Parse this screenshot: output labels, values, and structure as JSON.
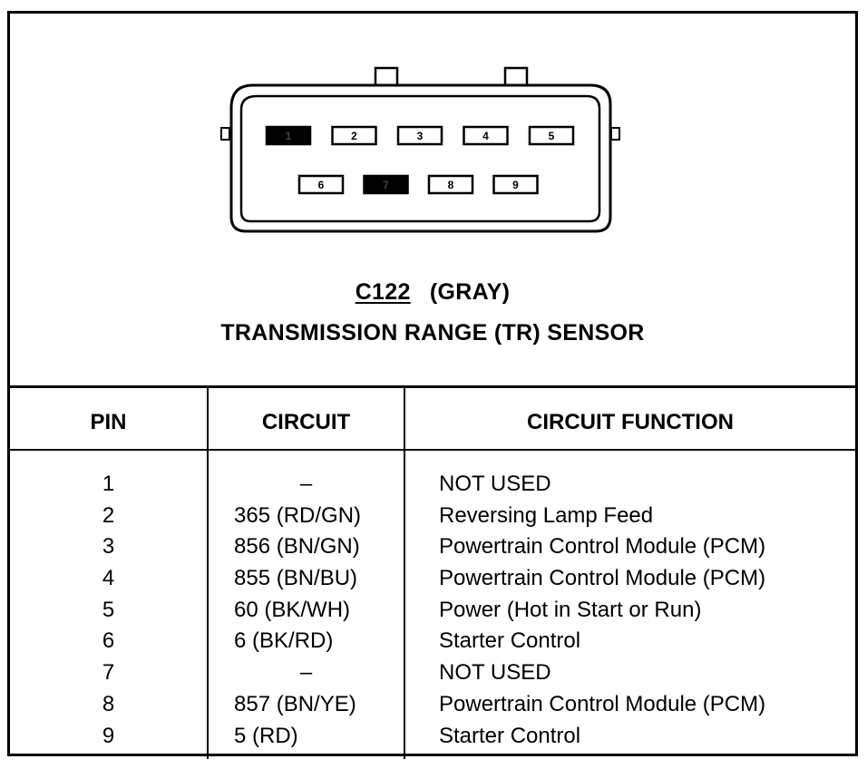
{
  "connector": {
    "id": "C122",
    "color": "(GRAY)",
    "sensor": "TRANSMISSION RANGE (TR) SENSOR",
    "pins_top": [
      "1",
      "2",
      "3",
      "4",
      "5"
    ],
    "pins_bottom": [
      "6",
      "7",
      "8",
      "9"
    ],
    "filled_pins": [
      "1",
      "7"
    ]
  },
  "table": {
    "headers": {
      "pin": "PIN",
      "circuit": "CIRCUIT",
      "function": "CIRCUIT FUNCTION"
    },
    "rows": [
      {
        "pin": "1",
        "circuit": "–",
        "function": "NOT USED"
      },
      {
        "pin": "2",
        "circuit": "365 (RD/GN)",
        "function": "Reversing Lamp Feed"
      },
      {
        "pin": "3",
        "circuit": "856 (BN/GN)",
        "function": "Powertrain Control Module (PCM)"
      },
      {
        "pin": "4",
        "circuit": "855 (BN/BU)",
        "function": "Powertrain Control Module (PCM)"
      },
      {
        "pin": "5",
        "circuit": "60 (BK/WH)",
        "function": "Power (Hot in Start or Run)"
      },
      {
        "pin": "6",
        "circuit": "6 (BK/RD)",
        "function": "Starter Control"
      },
      {
        "pin": "7",
        "circuit": "–",
        "function": "NOT USED"
      },
      {
        "pin": "8",
        "circuit": "857 (BN/YE)",
        "function": "Powertrain Control Module (PCM)"
      },
      {
        "pin": "9",
        "circuit": "5 (RD)",
        "function": "Starter Control"
      }
    ]
  }
}
